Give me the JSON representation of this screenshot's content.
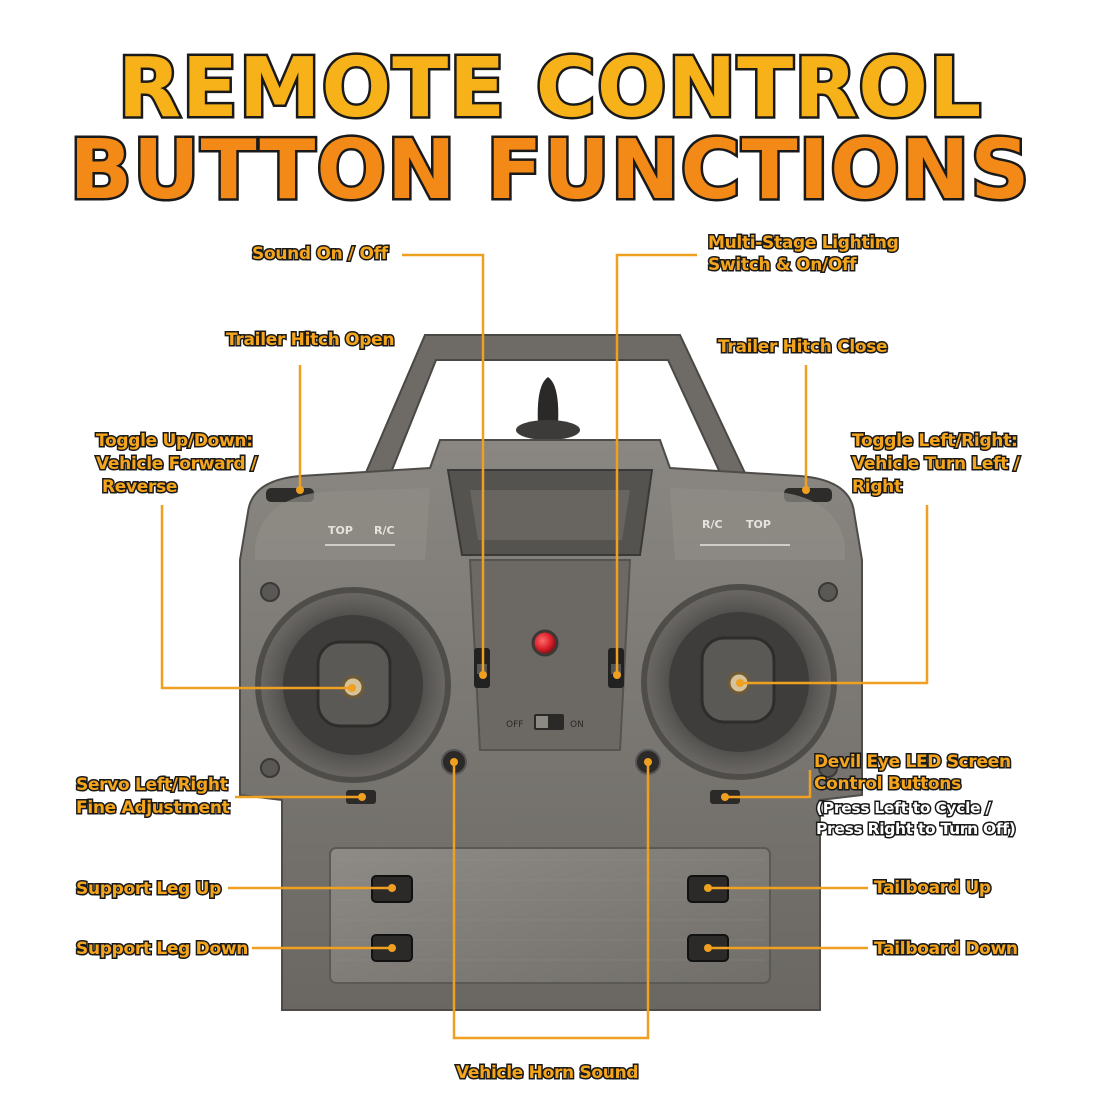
{
  "title": {
    "line1": "REMOTE CONTROL",
    "line2": "BUTTON FUNCTIONS"
  },
  "labels": {
    "sound": "Sound On / Off",
    "lighting_1": "Multi-Stage Lighting",
    "lighting_2": "Switch & On/Off",
    "hitch_open": "Trailer Hitch Open",
    "hitch_close": "Trailer Hitch Close",
    "toggle_ud_1": "Toggle Up/Down:",
    "toggle_ud_2": "Vehicle Forward /",
    "toggle_ud_3": "Reverse",
    "toggle_lr_1": "Toggle Left/Right:",
    "toggle_lr_2": "Vehicle Turn Left /",
    "toggle_lr_3": "Right",
    "servo_1": "Servo Left/Right",
    "servo_2": "Fine Adjustment",
    "devil_1": "Devil Eye LED Screen",
    "devil_2": "Control Buttons",
    "devil_3": "(Press Left to Cycle /",
    "devil_4": "Press Right to Turn Off)",
    "leg_up": "Support Leg Up",
    "leg_down": "Support Leg Down",
    "tail_up": "Tailboard Up",
    "tail_down": "Tailboard Down",
    "horn": "Vehicle Horn Sound"
  },
  "device_text": {
    "top_left": "TOP",
    "rc_left": "R/C",
    "rc_right": "R/C",
    "top_right": "TOP",
    "off": "OFF",
    "on": "ON"
  },
  "colors": {
    "accent_yellow": "#f7b21a",
    "accent_orange": "#f38a17",
    "leader_line": "#f0a020",
    "body_grey": "#7b7873",
    "indicator_led": "#d8202a"
  }
}
